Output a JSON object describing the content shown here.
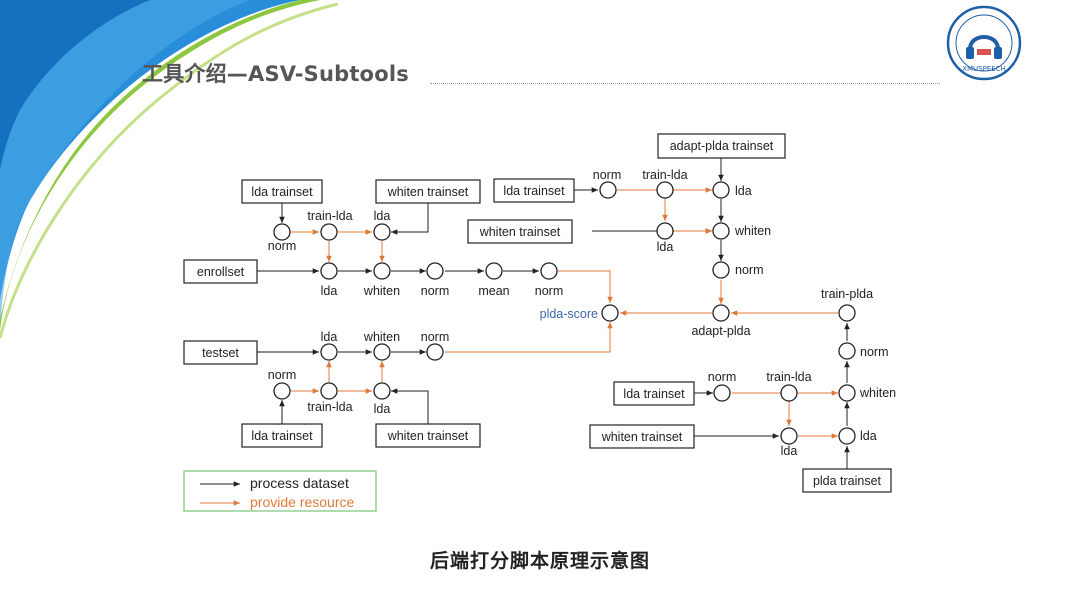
{
  "slide": {
    "title": "工具介绍—ASV-Subtools",
    "caption": "后端打分脚本原理示意图",
    "logo_text": "XMUSPEECH"
  },
  "colors": {
    "process_arrow": "#222222",
    "resource_arrow": "#e07a3a",
    "legend_border": "#5cb85c",
    "score_label": "#3d67a8",
    "swoosh_blue": "#1e88d8",
    "swoosh_green": "#8dc63f",
    "logo_blue": "#1f5fa8"
  },
  "diagram": {
    "boxes": {
      "enrollset": "enrollset",
      "testset": "testset",
      "lda_trainset_enroll": "lda trainset",
      "whiten_trainset_enroll": "whiten trainset",
      "lda_trainset_test": "lda trainset",
      "whiten_trainset_test": "whiten trainset",
      "adapt_plda_trainset": "adapt-plda trainset",
      "lda_trainset_adapt": "lda trainset",
      "whiten_trainset_adapt": "whiten trainset",
      "lda_trainset_plda": "lda trainset",
      "whiten_trainset_plda": "whiten trainset",
      "plda_trainset": "plda trainset"
    },
    "labels": {
      "enroll_norm_top": "norm",
      "enroll_train_lda": "train-lda",
      "enroll_lda_top": "lda",
      "enroll_lda": "lda",
      "enroll_whiten": "whiten",
      "enroll_norm": "norm",
      "enroll_mean": "mean",
      "enroll_norm2": "norm",
      "plda_score": "plda-score",
      "test_lda": "lda",
      "test_whiten": "whiten",
      "test_norm": "norm",
      "test_norm_bottom": "norm",
      "test_train_lda": "train-lda",
      "test_lda_bottom": "lda",
      "adapt_norm": "norm",
      "adapt_train_lda": "train-lda",
      "adapt_lda": "lda",
      "adapt_lda_bottom": "lda",
      "adapt_whiten": "whiten",
      "adapt_norm2": "norm",
      "adapt_plda": "adapt-plda",
      "plda_train_plda": "train-plda",
      "plda_norm": "norm",
      "plda_norm_in": "norm",
      "plda_train_lda": "train-lda",
      "plda_whiten": "whiten",
      "plda_lda": "lda",
      "plda_lda_bottom": "lda"
    },
    "legend": {
      "process": "process dataset",
      "resource": "provide resource"
    }
  }
}
